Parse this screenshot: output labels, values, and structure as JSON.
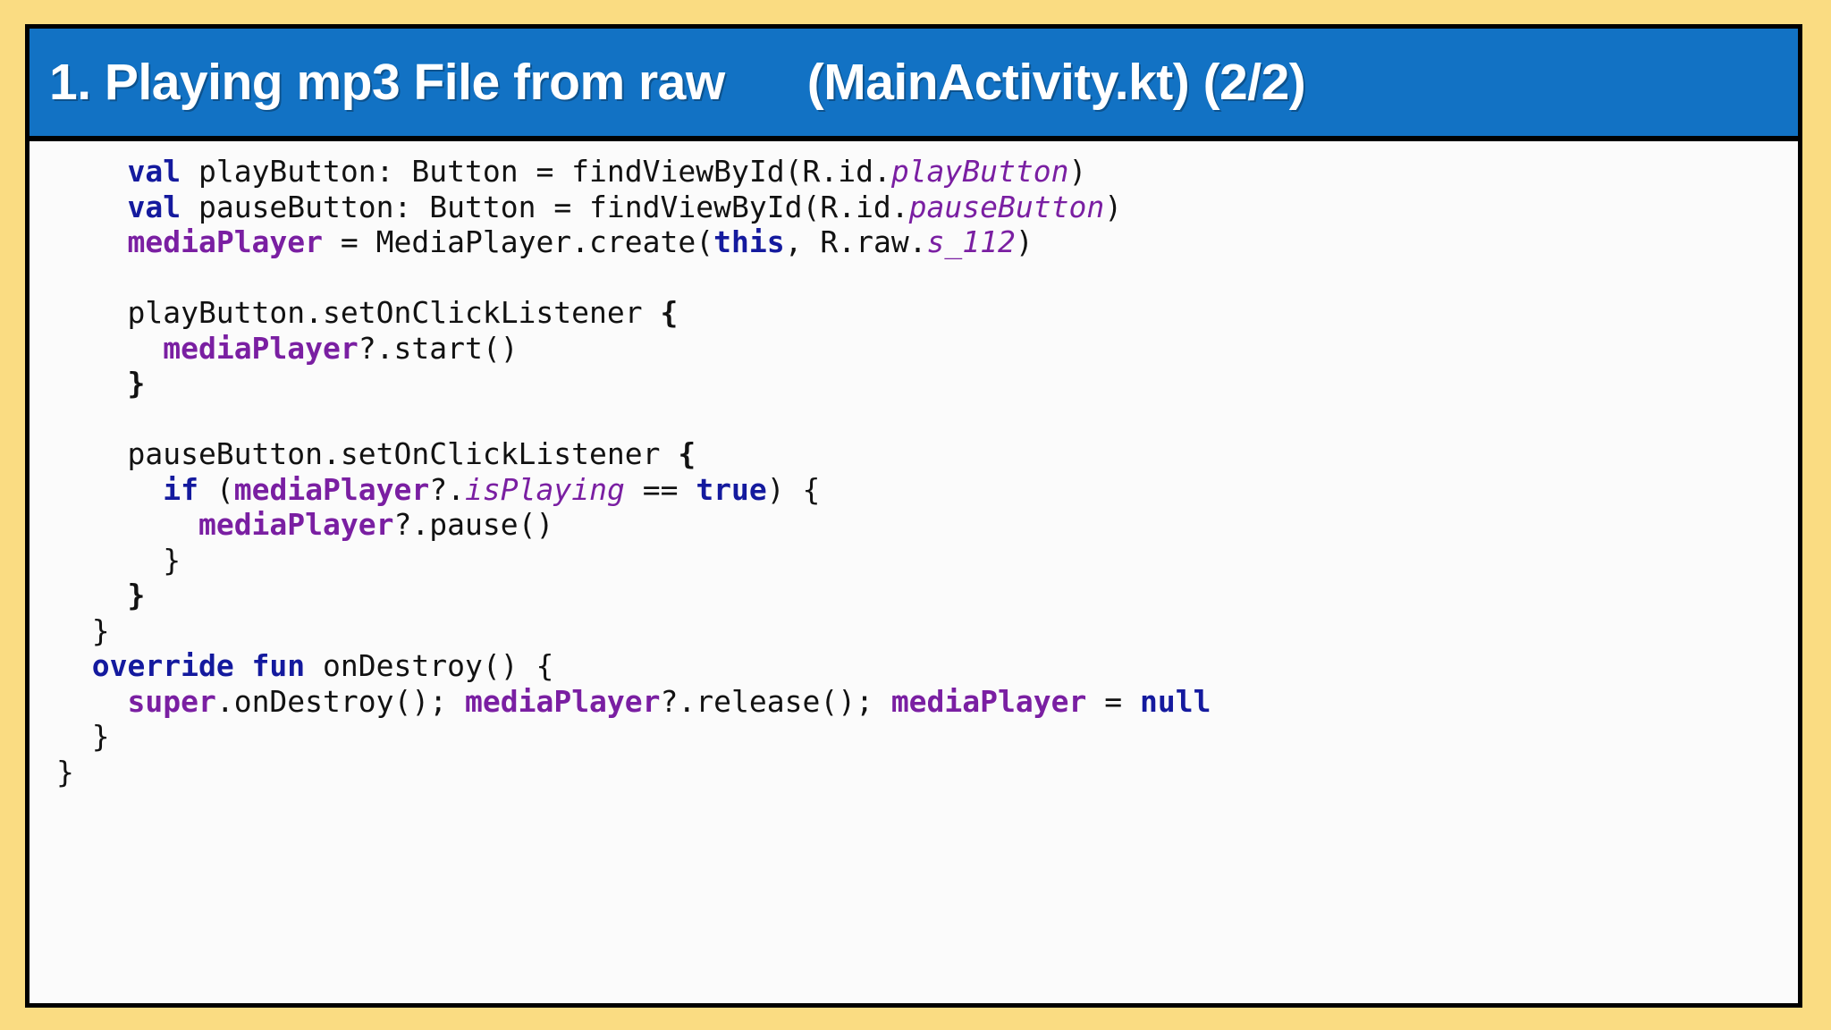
{
  "slide": {
    "background_color": "#fadc82",
    "title": {
      "text": "1. Playing mp3 File from raw      (MainActivity.kt) (2/2)",
      "number": "1.",
      "heading": "Playing mp3 File from raw",
      "file": "(MainActivity.kt)",
      "page": "(2/2)",
      "bar_color": "#1272c4",
      "text_color": "#ffffff"
    },
    "code_panel": {
      "background_color": "#fbfbfb",
      "language": "kotlin",
      "keyword_color": "#141a9e",
      "property_color": "#7a1fa2",
      "italic_color": "#7a1fa2",
      "plain_color": "#121212",
      "lines": [
        [
          {
            "t": "    ",
            "s": "plain"
          },
          {
            "t": "val",
            "s": "kw"
          },
          {
            "t": " playButton: Button = findViewById(R.id.",
            "s": "plain"
          },
          {
            "t": "playButton",
            "s": "ital"
          },
          {
            "t": ")",
            "s": "plain"
          }
        ],
        [
          {
            "t": "    ",
            "s": "plain"
          },
          {
            "t": "val",
            "s": "kw"
          },
          {
            "t": " pauseButton: Button = findViewById(R.id.",
            "s": "plain"
          },
          {
            "t": "pauseButton",
            "s": "ital"
          },
          {
            "t": ")",
            "s": "plain"
          }
        ],
        [
          {
            "t": "    ",
            "s": "plain"
          },
          {
            "t": "mediaPlayer",
            "s": "prop"
          },
          {
            "t": " = MediaPlayer.create(",
            "s": "plain"
          },
          {
            "t": "this",
            "s": "kw"
          },
          {
            "t": ", R.raw.",
            "s": "plain"
          },
          {
            "t": "s_112",
            "s": "ital"
          },
          {
            "t": ")",
            "s": "plain"
          }
        ],
        [],
        [
          {
            "t": "    playButton.setOnClickListener ",
            "s": "plain"
          },
          {
            "t": "{",
            "s": "brace-b"
          }
        ],
        [
          {
            "t": "      ",
            "s": "plain"
          },
          {
            "t": "mediaPlayer",
            "s": "prop"
          },
          {
            "t": "?.start()",
            "s": "plain"
          }
        ],
        [
          {
            "t": "    ",
            "s": "plain"
          },
          {
            "t": "}",
            "s": "brace-b"
          }
        ],
        [],
        [
          {
            "t": "    pauseButton.setOnClickListener ",
            "s": "plain"
          },
          {
            "t": "{",
            "s": "brace-b"
          }
        ],
        [
          {
            "t": "      ",
            "s": "plain"
          },
          {
            "t": "if",
            "s": "kw"
          },
          {
            "t": " (",
            "s": "plain"
          },
          {
            "t": "mediaPlayer",
            "s": "prop"
          },
          {
            "t": "?.",
            "s": "plain"
          },
          {
            "t": "isPlaying",
            "s": "ital"
          },
          {
            "t": " == ",
            "s": "plain"
          },
          {
            "t": "true",
            "s": "kw"
          },
          {
            "t": ") {",
            "s": "plain"
          }
        ],
        [
          {
            "t": "        ",
            "s": "plain"
          },
          {
            "t": "mediaPlayer",
            "s": "prop"
          },
          {
            "t": "?.pause()",
            "s": "plain"
          }
        ],
        [
          {
            "t": "      }",
            "s": "plain"
          }
        ],
        [
          {
            "t": "    ",
            "s": "plain"
          },
          {
            "t": "}",
            "s": "brace-b"
          }
        ],
        [
          {
            "t": "  }",
            "s": "plain"
          }
        ],
        [
          {
            "t": "  ",
            "s": "plain"
          },
          {
            "t": "override fun",
            "s": "kw"
          },
          {
            "t": " onDestroy() {",
            "s": "plain"
          }
        ],
        [
          {
            "t": "    ",
            "s": "plain"
          },
          {
            "t": "super",
            "s": "prop"
          },
          {
            "t": ".onDestroy(); ",
            "s": "plain"
          },
          {
            "t": "mediaPlayer",
            "s": "prop"
          },
          {
            "t": "?.release(); ",
            "s": "plain"
          },
          {
            "t": "mediaPlayer",
            "s": "prop"
          },
          {
            "t": " = ",
            "s": "plain"
          },
          {
            "t": "null",
            "s": "kw"
          }
        ],
        [
          {
            "t": "  }",
            "s": "plain"
          }
        ],
        [
          {
            "t": "}",
            "s": "plain"
          }
        ]
      ]
    }
  }
}
